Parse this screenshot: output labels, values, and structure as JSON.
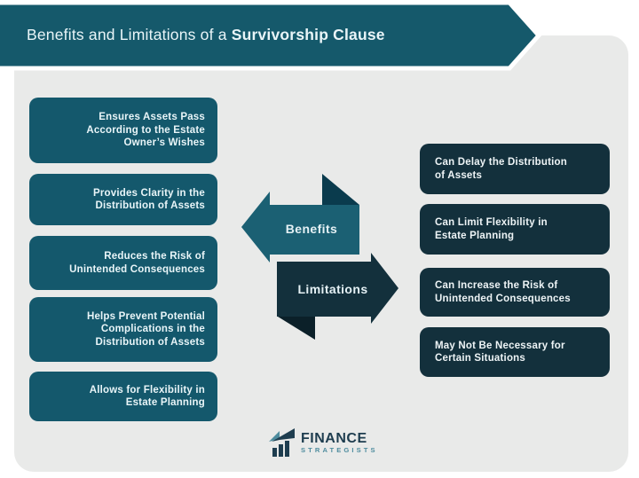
{
  "colors": {
    "page-bg": "#ffffff",
    "panel": "#e9eae9",
    "banner": "#15596b",
    "banner-text": "#e9f5f8",
    "box-teal": "#14586c",
    "box-text": "#e9f5f8",
    "dark-box": "#13303c",
    "dark-box-text": "#eef4f6",
    "arrow-teal": "#1b6073",
    "fold-teal": "#0a3b4d",
    "arrow-dark": "#13303c",
    "fold-dark": "#0b2029",
    "arrow-text": "#e5f1f5",
    "logo-navy": "#1e3d4f",
    "logo-teal": "#4e8c9e"
  },
  "header": {
    "title_regular": "Benefits and Limitations of a ",
    "title_bold": "Survivorship Clause"
  },
  "benefits": {
    "label": "Benefits",
    "items": [
      [
        "Ensures Assets Pass",
        "According to the Estate",
        "Owner’s Wishes"
      ],
      [
        "Provides Clarity in the",
        "Distribution of Assets"
      ],
      [
        "Reduces the Risk of",
        "Unintended Consequences"
      ],
      [
        "Helps Prevent Potential",
        "Complications in the",
        "Distribution of Assets"
      ],
      [
        "Allows for Flexibility in",
        "Estate Planning"
      ]
    ]
  },
  "limitations": {
    "label": "Limitations",
    "items": [
      [
        "Can Delay the Distribution",
        "of Assets"
      ],
      [
        "Can Limit Flexibility in",
        "Estate Planning"
      ],
      [
        "Can Increase the Risk of",
        "Unintended Consequences"
      ],
      [
        "May Not Be Necessary for",
        "Certain Situations"
      ]
    ]
  },
  "footer": {
    "brand_primary": "FINANCE",
    "brand_secondary": "STRATEGISTS"
  }
}
